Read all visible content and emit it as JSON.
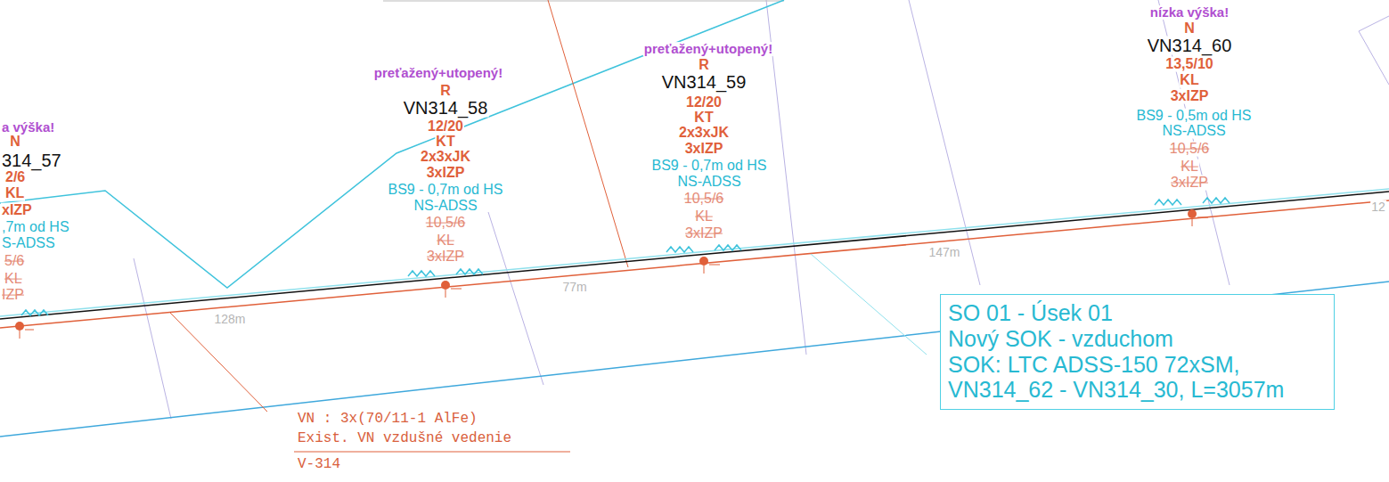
{
  "diagram": {
    "nodes": [
      {
        "text": [
          "SO 01 - Úsek 01",
          "Nový SOK - vzduchom",
          "SOK: LTC ADSS-150 72xSM, VN314_62 - VN314_30, L=3057m"
        ]
      }
    ],
    "labels": [
      "a výška!",
      "N",
      "314_57",
      "2/6",
      "KL",
      "xIZP",
      ",7m od HS",
      "S-ADSS",
      "5/6",
      "KL",
      "IZP",
      "preťažený+utopený!",
      "R",
      "VN314_58",
      "12/20",
      "KT",
      "2x3xJK",
      "3xIZP",
      "BS9 - 0,7m od HS",
      "NS-ADSS",
      "10,5/6",
      "KL",
      "3xIZP",
      "preťažený+utopený!",
      "R",
      "VN314_59",
      "12/20",
      "KT",
      "2x3xJK",
      "3xIZP",
      "BS9 - 0,7m od HS",
      "NS-ADSS",
      "10,5/6",
      "KL",
      "3xIZP",
      "nízka výška!",
      "N",
      "VN314_60",
      "13,5/10",
      "KL",
      "3xIZP",
      "BS9 - 0,5m od HS",
      "NS-ADSS",
      "10,5/6",
      "KL",
      "3xIZP",
      "128m",
      "77m",
      "147m",
      "12",
      "VN :  3x(70/11-1 AlFe)",
      "Exist. VN vzdušné vedenie",
      "V-314"
    ]
  }
}
